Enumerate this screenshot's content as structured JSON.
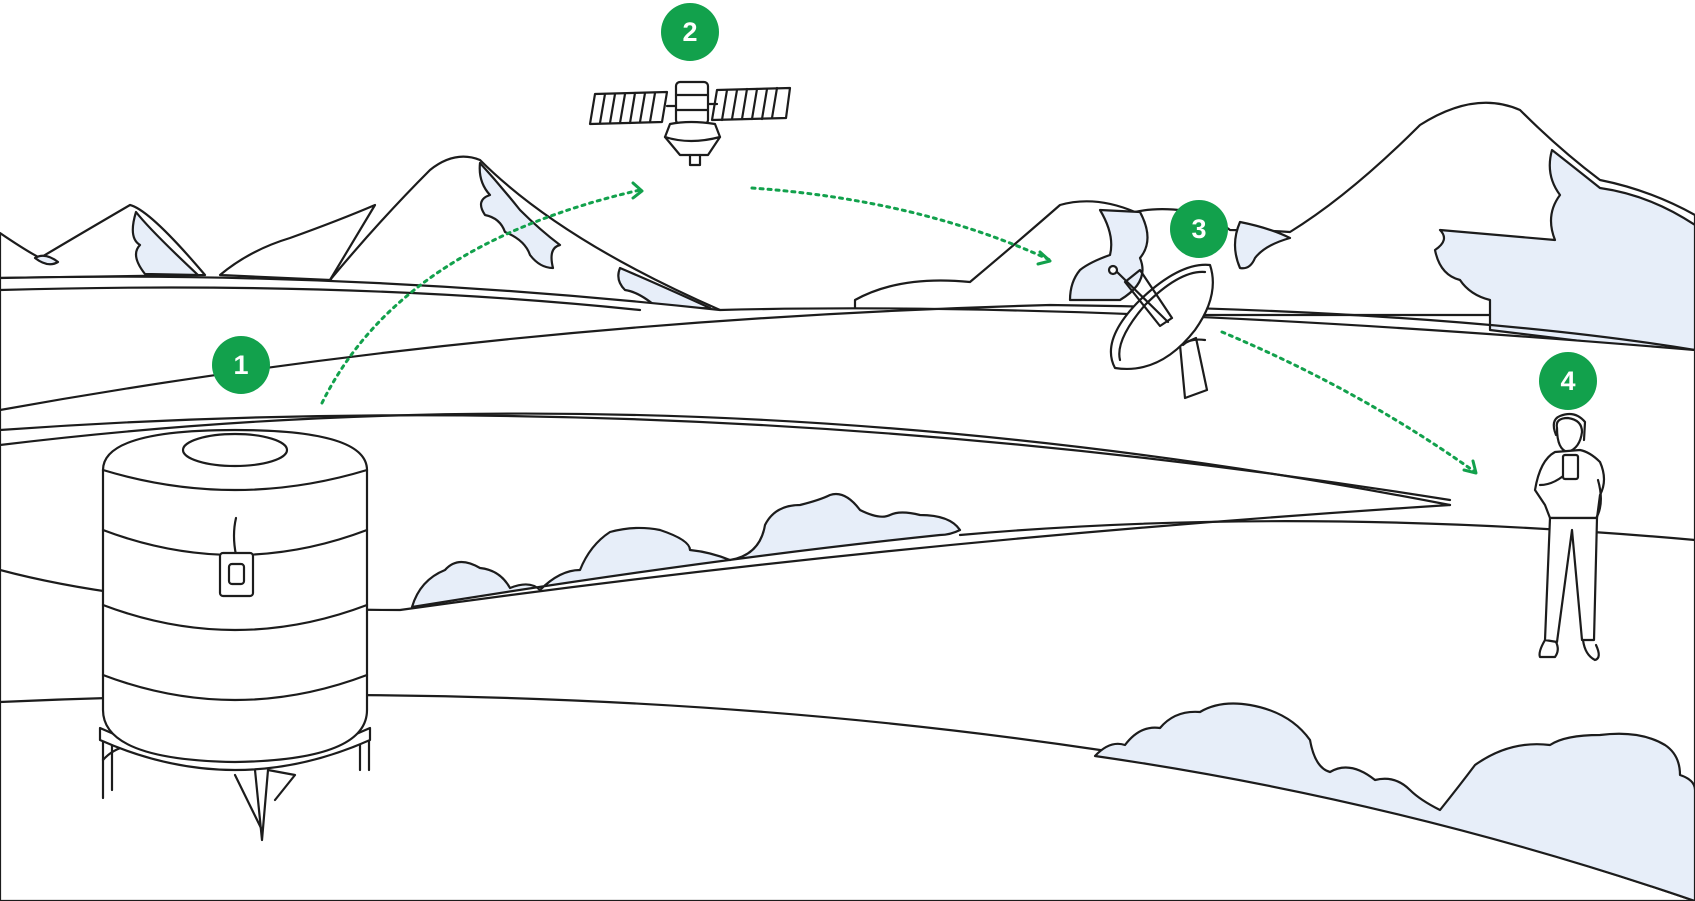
{
  "colors": {
    "accent": "#12a14c",
    "snow_fill": "#e7eef9",
    "line": "#1c1c1c",
    "background": "#ffffff"
  },
  "steps": [
    {
      "number": "1",
      "icon": "water-tank-sensor-icon"
    },
    {
      "number": "2",
      "icon": "satellite-icon"
    },
    {
      "number": "3",
      "icon": "ground-station-dish-icon"
    },
    {
      "number": "4",
      "icon": "person-with-phone-icon"
    }
  ]
}
